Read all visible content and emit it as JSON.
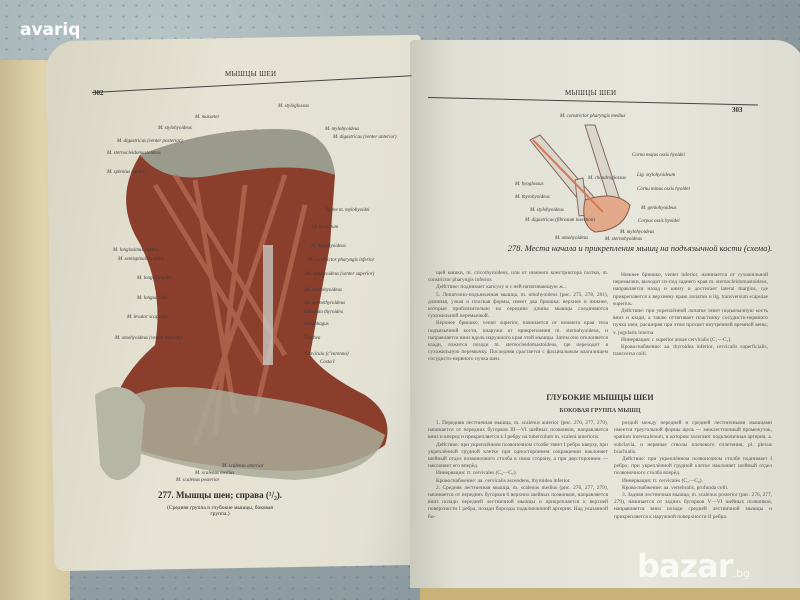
{
  "watermarks": {
    "top": "avariq",
    "bottom": "bazar",
    "bottom_suffix": ".bg"
  },
  "left_page": {
    "page_number": "302",
    "header": "МЫШЦЫ ШЕИ",
    "figure_labels": [
      "M. styloglossus",
      "M. masseter",
      "M. stylohyoideus",
      "M. digastricus (venter posterior)",
      "M. sternocleidomastoideus",
      "M. splenius capitis",
      "M. mylohyoideus",
      "M. digastricus (venter anterior)",
      "Raphe m. mylohyoidei",
      "Os hyoideum",
      "M. thyrohyoideus",
      "M. constrictor pharyngis inferior",
      "M. omohyoideus (venter superior)",
      "M. sternohyoideus",
      "M. sternothyroideus",
      "Glandula thyroidea",
      "Oesophagus",
      "Trachea",
      "Clavicula (c'varenna)",
      "Costa I",
      "M. longissimus capitis",
      "M. semispinalis capitis",
      "M. longus capitis",
      "M. longus colli",
      "M. levator scapulae",
      "M. omohyoideus (venter inferior)",
      "M. scalenus anterior",
      "M. scalenus medius",
      "M. scalenus posterior"
    ],
    "caption_title": "277. Мышцы шеи; справа (¹/₂).",
    "caption_sub": "(Средняя группа и глубокие мышцы, боковая группа.)"
  },
  "right_page": {
    "page_number": "303",
    "header": "МЫШЦЫ ШЕИ",
    "figure_labels": [
      "M. constrictor pharyngis medius",
      "Cornu majus ossis hyoidei",
      "Lig. stylohyoideum",
      "M. hyoglossus",
      "M. chondroglossus",
      "M. thyrohyoideus",
      "Cornu minus ossis hyoidei",
      "M. stylohyoideus",
      "M. geniohyoideus",
      "M. digastricus (fibrosum insertion)",
      "Corpus ossis hyoidei",
      "M. mylohyoideus",
      "M. omohyoideus",
      "M. sternohyoideus"
    ],
    "caption_title": "278. Места начала и прикрепления мышц на подъязычной кости (схема).",
    "col1": [
      "щей кишки, m. cricothyroideus, или от нижнего констриктора глотки, m. constrictor pharyngis inferior.",
      "Действие: поднимает капсулу и с ней натягивающую ж...",
      "5. Лопаточно-подъязычная мышца, m. omohyoideus (рис. 275, 278, 281), длинная, узкая и плоская формы, имеет два брюшка: верхнее и нижнее, которые приблизительно на середине длины мышцы соединяются сухожильной перемычкой.",
      "Верхнее брюшко, venter superior, начинается от нижнего края тела подъязычной кости, кнаружи от прикрепления m. sternohyoideus, и направляется вниз вдоль наружного края этой мышцы. Затем оно отклоняется кзади, ложится позади m. sternocleidomastoideus, где переходит в сухожильную перемычку. Последняя срастается с фасциальным влагалищем сосудисто-нервного пучка шеи."
    ],
    "col2": [
      "Нижнее брюшко, venter inferior, начинается от сухожильной перемычки, выходит из-под заднего края m. sternocleidomastoideus, направляется назад и книзу и достигает lateral margins, где прикрепляется к верхнему краю лопатки и lig. transversum scapulae superius.",
      "Действие: при укреплённой лопатке тянет подъязычную кость вниз и кзади, а также оттягивает пластинку сосудисто-нервного пучка шеи, расширяя при этом просвет внутренней яремной вены, v. jugularis interna.",
      "Иннервация: r. superior ansae cervicalis (C₁—C₃).",
      "Кровоснабжение: aa. thyroidea inferior, cervicalis superficialis, transversa colli."
    ],
    "section_heading": "ГЛУБОКИЕ МЫШЦЫ ШЕИ",
    "subsection_heading": "БОКОВАЯ ГРУППА МЫШЦ",
    "col3": [
      "1. Передняя лестничная мышца, m. scalenus anterior (рис. 276, 277, 279), начинается от передних бугорков III—VI шейных позвонков, направляется вниз и вперед и прикрепляется к I ребру на tuberculum m. scaleni anterioris.",
      "Действие: при укреплённом позвоночном столбе тянет I ребро кверху, при укреплённой грудной клетке при одностороннем сокращении наклоняет шейный отдел позвоночного столба в свою сторону, а при двустороннем — наклоняет его вперёд.",
      "Иннервация: rr. cervicales (C₅—C₇).",
      "Кровоснабжение: aa. cervicalis ascendens, thyroidea inferior.",
      "2. Средняя лестничная мышца, m. scalenus medius (рис. 276, 277, 279), начинается от передних бугорков 6 верхних шейных позвонков, направляется вниз позади передней лестничной мышцы и прикрепляется к верхней поверхности I ребра, позади борозды подключичной артерии. Над указанной бо-"
    ],
    "col4": [
      "роздой между передней и средней лестничными мышцами имеется треугольной формы щель — межлестничный промежуток, spatium interscalenum, в котором залегают подключичная артерия, a. subclavia, и нервные стволы плечевого сплетения, pl. plexus brachialis.",
      "Действие: при укреплённом позвоночном столбе поднимает I ребро; при укреплённой грудной клетке наклоняет шейный отдел позвоночного столба вперёд.",
      "Иннервация: rr. cervicales (C₂—C₈).",
      "Кровоснабжение: aa. vertebralis, profunda colli.",
      "3. Задняя лестничная мышца, m. scalenus posterior (рис. 276, 277, 279), начинается от задних бугорков V—VI шейных позвонков, направляется вниз позади средней лестничной мышцы и прикрепляется к наружной поверхности II ребра."
    ]
  },
  "colors": {
    "muscle": "#9a4a35",
    "paper": "#e3e1d3",
    "background": "#8e9da3"
  }
}
